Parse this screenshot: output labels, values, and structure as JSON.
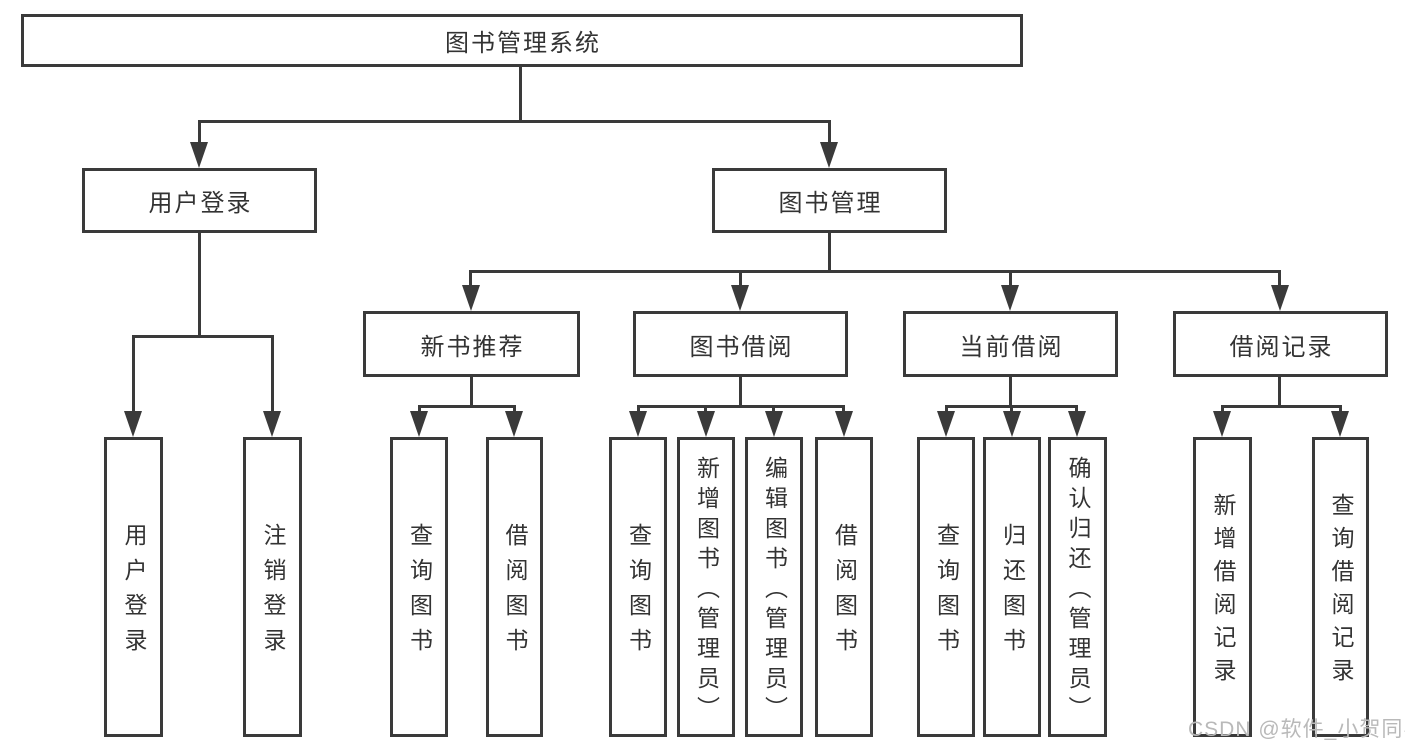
{
  "diagram_type": "hierarchy-tree",
  "colors": {
    "line": "#3a3a3a",
    "text": "#333333",
    "box_background": "#ffffff",
    "page_background": "#ffffff",
    "watermark": "#b9b9b9"
  },
  "nodes": {
    "root": {
      "label": "图书管理系统"
    },
    "level2": [
      {
        "label": "用户登录"
      },
      {
        "label": "图书管理"
      }
    ],
    "level3": [
      {
        "label": "新书推荐"
      },
      {
        "label": "图书借阅"
      },
      {
        "label": "当前借阅"
      },
      {
        "label": "借阅记录"
      }
    ],
    "leaves": {
      "user_login": [
        {
          "label": "用户登录"
        },
        {
          "label": "注销登录"
        }
      ],
      "new_book_recommend": [
        {
          "label": "查询图书"
        },
        {
          "label": "借阅图书"
        }
      ],
      "book_borrow": [
        {
          "label": "查询图书"
        },
        {
          "label": "新增图书（管理员）"
        },
        {
          "label": "编辑图书（管理员）"
        },
        {
          "label": "借阅图书"
        }
      ],
      "current_borrow": [
        {
          "label": "查询图书"
        },
        {
          "label": "归还图书"
        },
        {
          "label": "确认归还（管理员）"
        }
      ],
      "borrow_records": [
        {
          "label": "新增借阅记录"
        },
        {
          "label": "查询借阅记录"
        }
      ]
    }
  },
  "watermark": {
    "text": "CSDN @软件_小贺同学"
  }
}
